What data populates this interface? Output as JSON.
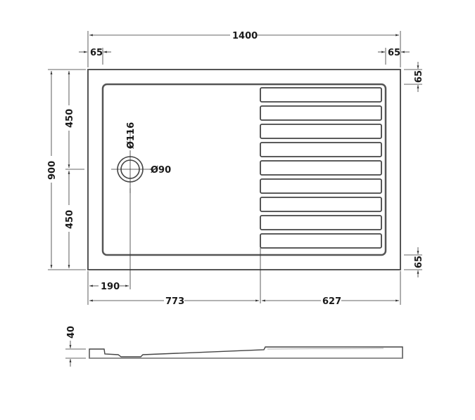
{
  "drawing": {
    "title": "Shower tray technical drawing",
    "colors": {
      "line": "#555555",
      "dim_line": "#333333",
      "text": "#1a1a1a",
      "background": "#ffffff"
    }
  },
  "plan_view": {
    "overall_width": "1400",
    "overall_depth": "900",
    "left_rim": "65",
    "right_rim": "65",
    "top_rim": "65",
    "bottom_rim": "65",
    "upper_half": "450",
    "lower_half": "450",
    "waste_offset": "190",
    "flat_zone_width": "773",
    "ribbed_zone_width": "627",
    "waste_outer_diameter": "Ø116",
    "waste_inner_diameter": "Ø90",
    "rib_count": 9
  },
  "side_view": {
    "height": "40"
  }
}
